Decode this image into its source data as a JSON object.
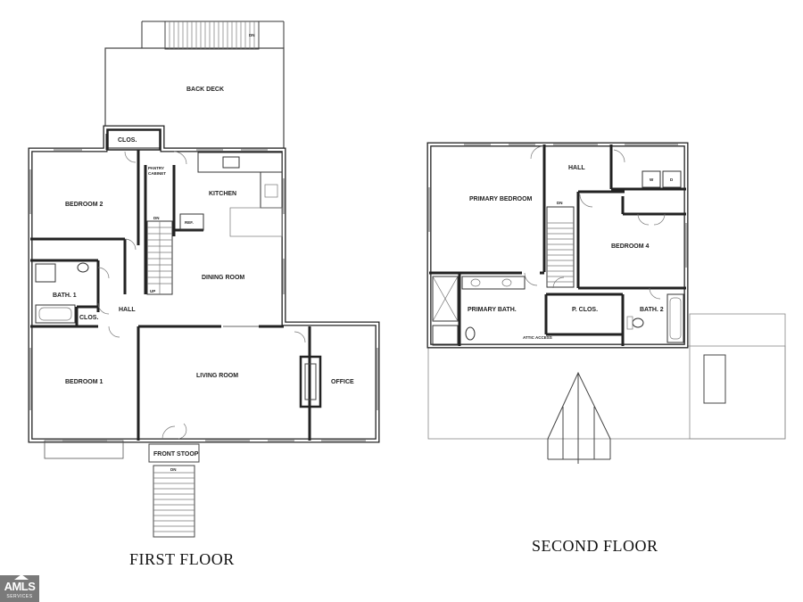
{
  "first_floor": {
    "caption": "FIRST FLOOR",
    "rooms": {
      "back_deck": "BACK DECK",
      "closet_top": "CLOS.",
      "bedroom_2": "BEDROOM 2",
      "kitchen": "KITCHEN",
      "pantry": "PANTRY",
      "cabinet": "CABINET",
      "ref": "REF.",
      "dining_room": "DINING ROOM",
      "bath_1": "BATH. 1",
      "hall": "HALL",
      "closet_hall": "CLOS.",
      "bedroom_1": "BEDROOM 1",
      "living_room": "LIVING ROOM",
      "office": "OFFICE",
      "front_stoop": "FRONT STOOP"
    },
    "stair_labels": {
      "dn_top": "DN",
      "dn_deck": "DN",
      "up": "UP",
      "dn_stoop": "DN"
    }
  },
  "second_floor": {
    "caption": "SECOND FLOOR",
    "rooms": {
      "hall": "HALL",
      "primary_bedroom": "PRIMARY BEDROOM",
      "bedroom_4": "BEDROOM 4",
      "primary_bath": "PRIMARY BATH.",
      "p_clos": "P. CLOS.",
      "bath_2": "BATH. 2",
      "attic_access": "ATTIC ACCESS",
      "washer": "W",
      "dryer": "D"
    },
    "stair_labels": {
      "dn": "DN"
    }
  },
  "logo": {
    "text": "AMLS",
    "subtext": "SERVICES"
  }
}
